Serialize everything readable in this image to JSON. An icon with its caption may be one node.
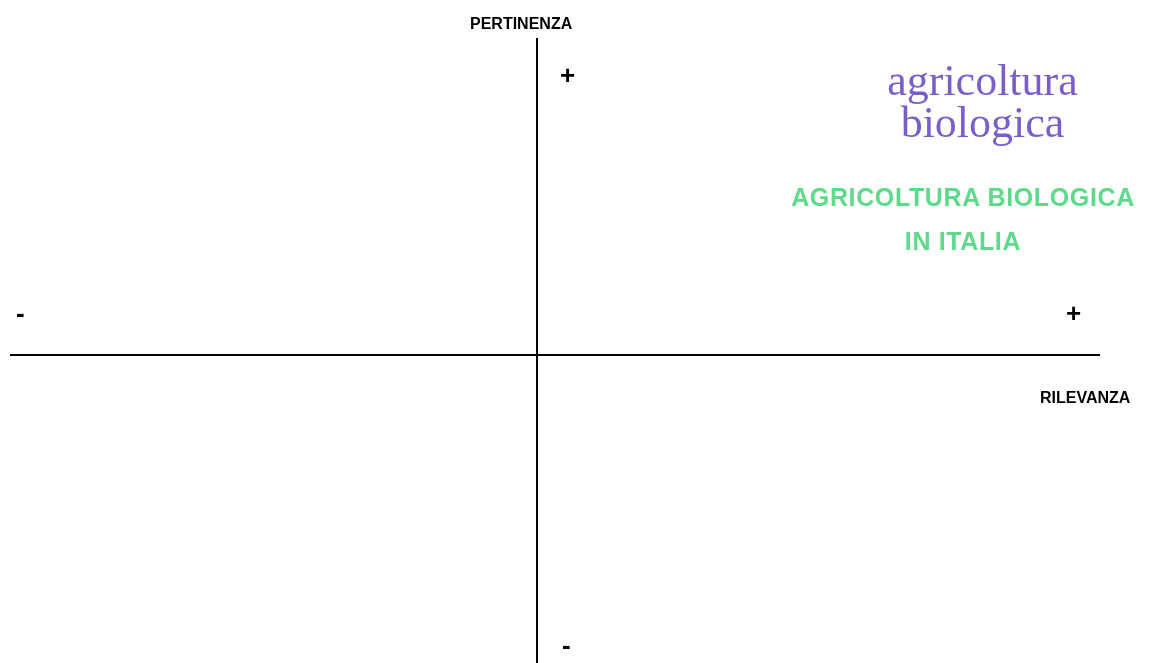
{
  "diagram": {
    "labels": [
      "PERTINENZA",
      "+",
      "agricoltura biologica",
      "AGRICOLTURA BIOLOGICA IN ITALIA",
      "-",
      "+",
      "RILEVANZA",
      "-"
    ]
  }
}
